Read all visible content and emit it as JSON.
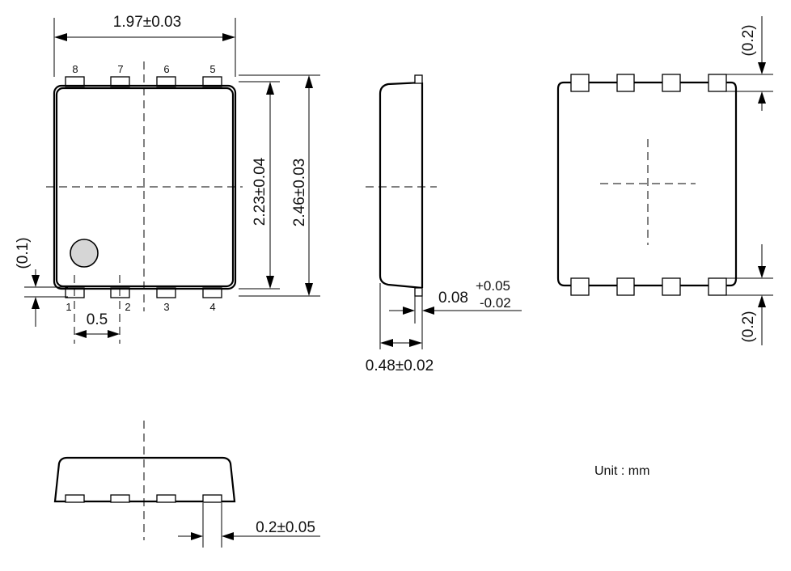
{
  "dimensions": {
    "width": "1.97±0.03",
    "height_inner": "2.23±0.04",
    "height_outer": "2.46±0.03",
    "pin_pitch": "0.5",
    "chamfer_01": "(0.1)",
    "thickness": "0.48±0.02",
    "standoff_value": "0.08",
    "standoff_tol_plus": "+0.05",
    "standoff_tol_minus": "-0.02",
    "pad_top": "(0.2)",
    "pad_bottom": "(0.2)",
    "lead_width": "0.2±0.05"
  },
  "pins": {
    "top": [
      "8",
      "7",
      "6",
      "5"
    ],
    "bottom": [
      "1",
      "2",
      "3",
      "4"
    ]
  },
  "unit_label": "Unit : mm"
}
